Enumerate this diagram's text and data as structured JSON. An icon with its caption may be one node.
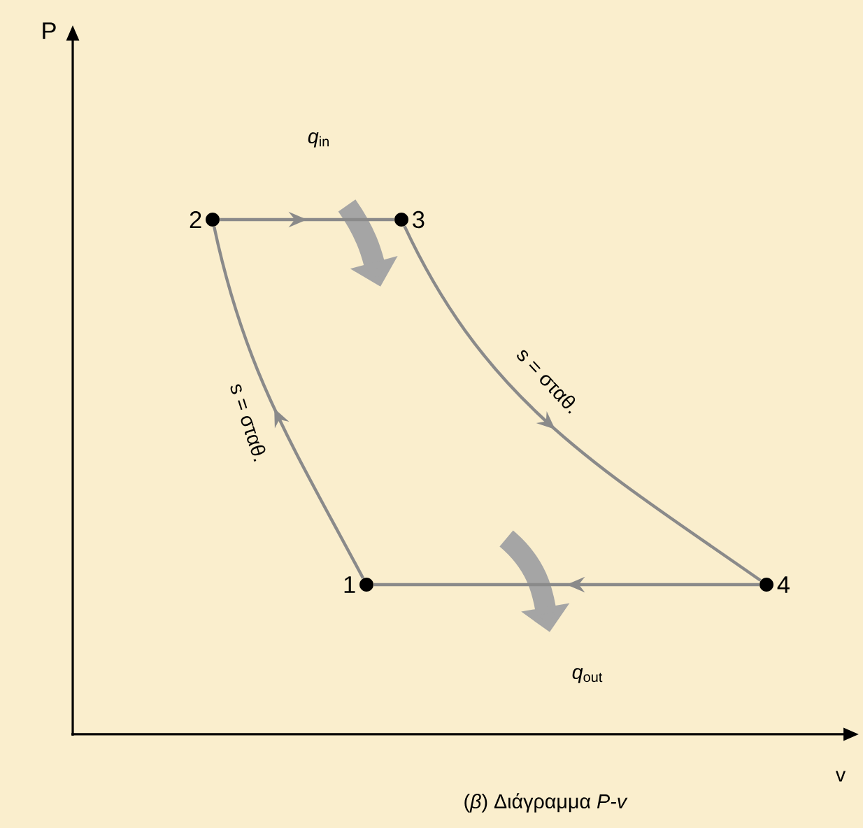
{
  "diagram": {
    "caption": "(*β*) Διάγραμμα *P-v*",
    "nodes": [
      {
        "text": [],
        "shape": "circle",
        "beside": [
          "1"
        ]
      },
      {
        "text": [],
        "shape": "circle",
        "beside": [
          "2"
        ]
      },
      {
        "text": [],
        "shape": "circle",
        "beside": [
          "3"
        ]
      },
      {
        "text": [],
        "shape": "circle",
        "beside": [
          "4"
        ]
      }
    ],
    "edges": [
      {
        "from": 1,
        "to": 2,
        "arrow": "to"
      },
      {
        "from": 2,
        "to": 3,
        "arrow": "to",
        "label": "s = σταθ."
      },
      {
        "from": 3,
        "to": 0,
        "arrow": "to"
      },
      {
        "from": 0,
        "to": 1,
        "arrow": "to",
        "label": "s = σταθ."
      }
    ],
    "labels": [
      "P",
      "*q*$_{in}$",
      "*q*$_{out}$",
      "v"
    ]
  }
}
